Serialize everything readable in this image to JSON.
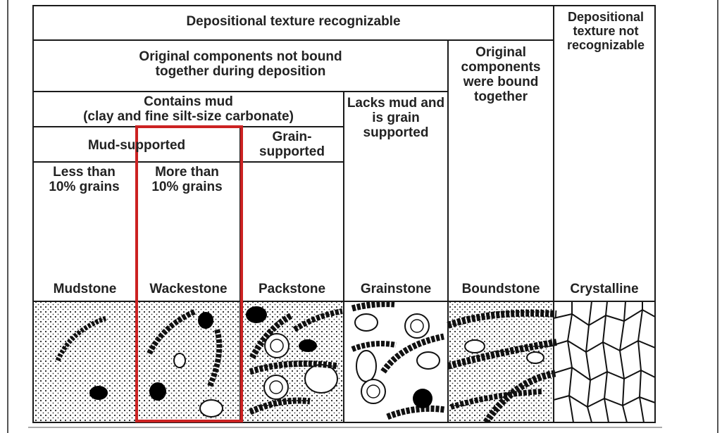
{
  "headers": {
    "depositional_recognizable": "Depositional texture recognizable",
    "depositional_not_recognizable": "Depositional texture not recognizable",
    "not_bound": "Original components not bound\ntogether during deposition",
    "bound_together": "Original components were bound together",
    "contains_mud": "Contains mud\n(clay and fine silt-size carbonate)",
    "lacks_mud": "Lacks mud and is grain supported",
    "mud_supported": "Mud-supported",
    "grain_supported": "Grain-\nsupported",
    "less_than": "Less than\n10% grains",
    "more_than": "More than\n10% grains"
  },
  "rock_types": [
    "Mudstone",
    "Wackestone",
    "Packstone",
    "Grainstone",
    "Boundstone",
    "Crystalline"
  ],
  "colors": {
    "grid": "#1a1a1a",
    "highlight": "#cc2222",
    "grain_fill": "#000000"
  }
}
